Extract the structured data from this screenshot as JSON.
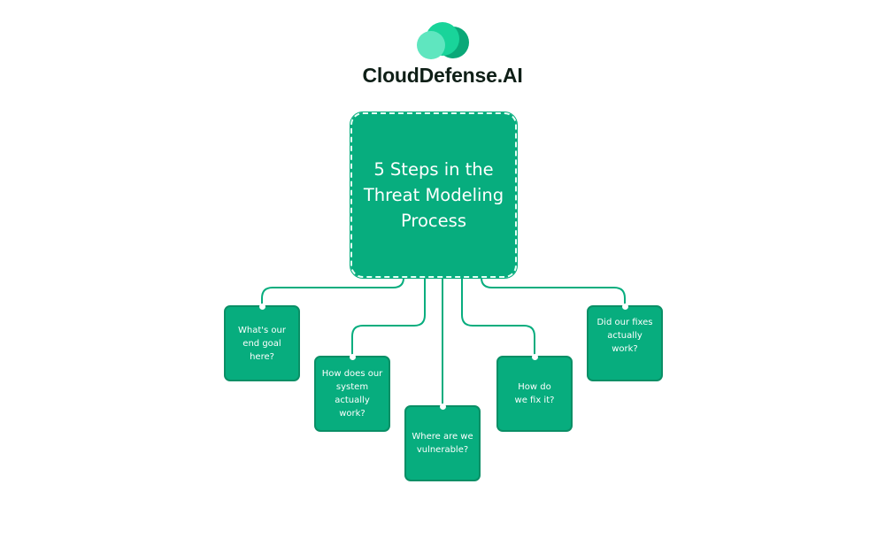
{
  "brand": {
    "name": "CloudDefense.AI",
    "logo_icon": "cloud-icon",
    "colors": {
      "light": "#5fe6bf",
      "mid": "#19d49a",
      "dark": "#0aa878",
      "text": "#0f1f17"
    }
  },
  "diagram": {
    "title": "5 Steps in the Threat Modeling Process",
    "accent_color": "#07ad7e",
    "steps": [
      {
        "label": "What's our end goal here?"
      },
      {
        "label": "How does our system actually work?"
      },
      {
        "label": "Where are we vulnerable?"
      },
      {
        "label": "How do we fix it?"
      },
      {
        "label": "Did our fixes actually work?"
      }
    ]
  }
}
